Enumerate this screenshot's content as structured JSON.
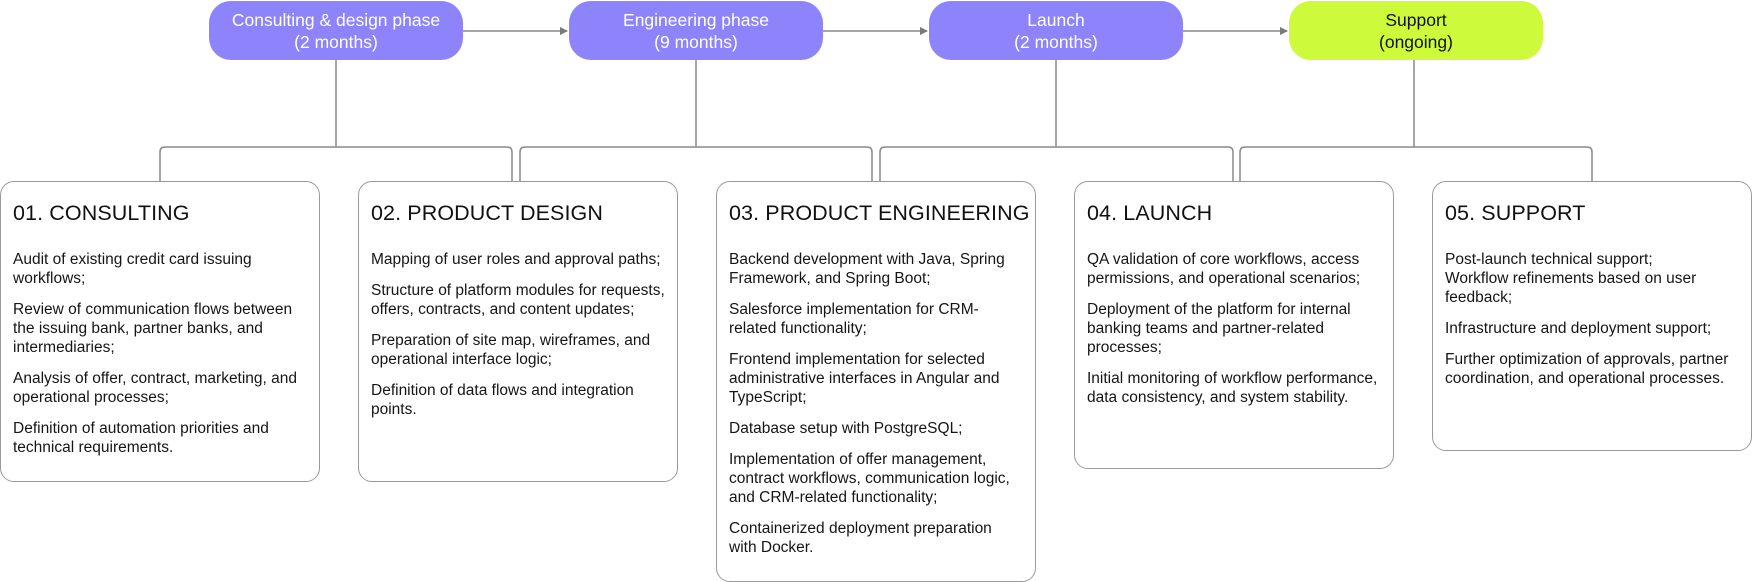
{
  "phases": [
    {
      "title": "Consulting & design phase",
      "duration": "(2 months)"
    },
    {
      "title": "Engineering phase",
      "duration": "(9 months)"
    },
    {
      "title": "Launch",
      "duration": "(2 months)"
    },
    {
      "title": "Support",
      "duration": "(ongoing)"
    }
  ],
  "cards": [
    {
      "title": "01. CONSULTING",
      "items": [
        "Audit of existing credit card issuing workflows;",
        "Review of communication flows between the issuing bank, partner banks, and intermediaries;",
        "Analysis of offer, contract, marketing, and operational processes;",
        "Definition of automation priorities and technical requirements."
      ]
    },
    {
      "title": "02. PRODUCT DESIGN",
      "items": [
        "Mapping of user roles and approval paths;",
        "Structure of platform modules for requests, offers, contracts, and content updates;",
        "Preparation of site map, wireframes, and operational interface logic;",
        "Definition of data flows and integration points."
      ]
    },
    {
      "title": "03. PRODUCT ENGINEERING",
      "items": [
        "Backend development with Java, Spring Framework, and Spring Boot;",
        "Salesforce implementation for CRM-related functionality;",
        "Frontend implementation for selected administrative interfaces in Angular and TypeScript;",
        "Database setup with PostgreSQL;",
        "Implementation of offer management, contract workflows, communication logic, and CRM-related functionality;",
        "Containerized deployment preparation with Docker."
      ]
    },
    {
      "title": "04. LAUNCH",
      "items": [
        "QA validation of core workflows, access permissions, and operational scenarios;",
        "Deployment of the platform for internal banking teams and partner-related processes;",
        "Initial monitoring of workflow performance, data consistency, and system stability."
      ]
    },
    {
      "title": "05. SUPPORT",
      "items": [
        "Post-launch technical support;",
        "Workflow refinements based on user feedback;",
        "Infrastructure and deployment support;",
        "Further optimization of approvals, partner coordination, and operational processes."
      ]
    }
  ]
}
